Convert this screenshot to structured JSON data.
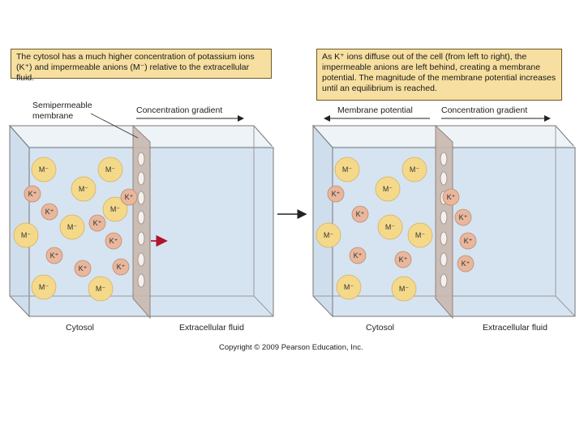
{
  "captions": {
    "left": "The cytosol has a much higher concentration of potassium ions (K⁺) and impermeable anions (M⁻) relative to the extracellular fluid.",
    "right": "As K⁺ ions diffuse out of the cell (from left to right), the impermeable anions are left behind, creating a membrane potential. The magnitude of the membrane potential increases until an equilibrium is reached."
  },
  "labels": {
    "semipermeable": "Semipermeable",
    "membrane": "membrane",
    "concentration_gradient_left": "Concentration gradient",
    "membrane_potential": "Membrane potential",
    "concentration_gradient_right": "Concentration gradient",
    "cytosol_left": "Cytosol",
    "ecf_left": "Extracellular fluid",
    "cytosol_right": "Cytosol",
    "ecf_right": "Extracellular fluid",
    "copyright": "Copyright © 2009 Pearson Education, Inc."
  },
  "ion_labels": {
    "anion": "M⁻",
    "potassium": "K⁺"
  },
  "colors": {
    "caption_bg": "#f6dfa0",
    "water": "#dce8f4",
    "anion_fill": "#f5d98a",
    "k_fill": "#e8b79c",
    "membrane": "#c9b9b0",
    "arrow_red": "#b0142a"
  }
}
